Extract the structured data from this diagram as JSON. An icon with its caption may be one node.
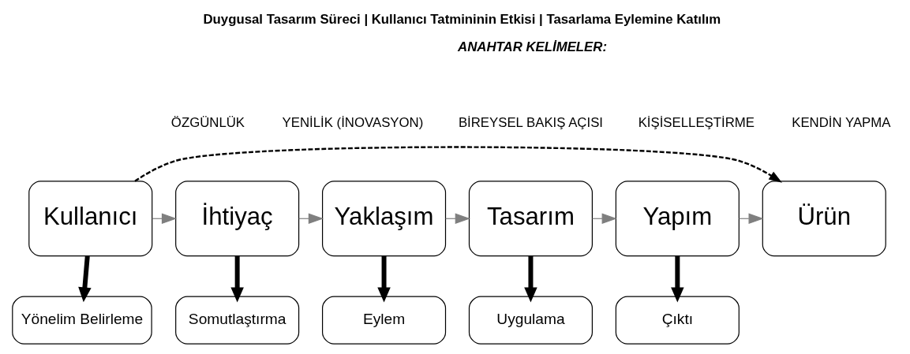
{
  "diagram": {
    "title": "Duygusal Tasarım Süreci | Kullanıcı Tatmininin Etkisi | Tasarlama Eylemine Katılım",
    "nodes": [
      {
        "text": [
          "Kullanıcı"
        ]
      },
      {
        "text": [
          "İhtiyaç"
        ]
      },
      {
        "text": [
          "Yaklaşım"
        ]
      },
      {
        "text": [
          "Tasarım"
        ]
      },
      {
        "text": [
          "Yapım"
        ]
      },
      {
        "text": [
          "Ürün"
        ]
      },
      {
        "text": [
          "Yönelim Belirleme"
        ]
      },
      {
        "text": [
          "Somutlaştırma"
        ]
      },
      {
        "text": [
          "Eylem"
        ]
      },
      {
        "text": [
          "Uygulama"
        ]
      },
      {
        "text": [
          "Çıktı"
        ]
      }
    ],
    "edges": [
      {
        "from": 0,
        "to": 5,
        "arrow": "to",
        "style": "dashed"
      },
      {
        "from": 0,
        "to": 1,
        "arrow": "to",
        "color": "#7f7f7f"
      },
      {
        "from": 1,
        "to": 2,
        "arrow": "to",
        "color": "#7f7f7f"
      },
      {
        "from": 2,
        "to": 3,
        "arrow": "to",
        "color": "#7f7f7f"
      },
      {
        "from": 3,
        "to": 4,
        "arrow": "to",
        "color": "#7f7f7f"
      },
      {
        "from": 4,
        "to": 5,
        "arrow": "to",
        "color": "#7f7f7f"
      },
      {
        "from": 0,
        "to": 6,
        "arrow": "to",
        "style": "thick"
      },
      {
        "from": 1,
        "to": 7,
        "arrow": "to",
        "style": "thick"
      },
      {
        "from": 2,
        "to": 8,
        "arrow": "to",
        "style": "thick"
      },
      {
        "from": 3,
        "to": 9,
        "arrow": "to",
        "style": "thick"
      },
      {
        "from": 4,
        "to": 10,
        "arrow": "to",
        "style": "thick"
      }
    ],
    "labels": [
      "ANAHTAR KELİMELER:",
      "ÖZGÜNLÜK",
      "YENİLİK (İNOVASYON)",
      "BİREYSEL BAKIŞ AÇISI",
      "KİŞİSELLEŞTİRME",
      "KENDİN YAPMA"
    ]
  }
}
